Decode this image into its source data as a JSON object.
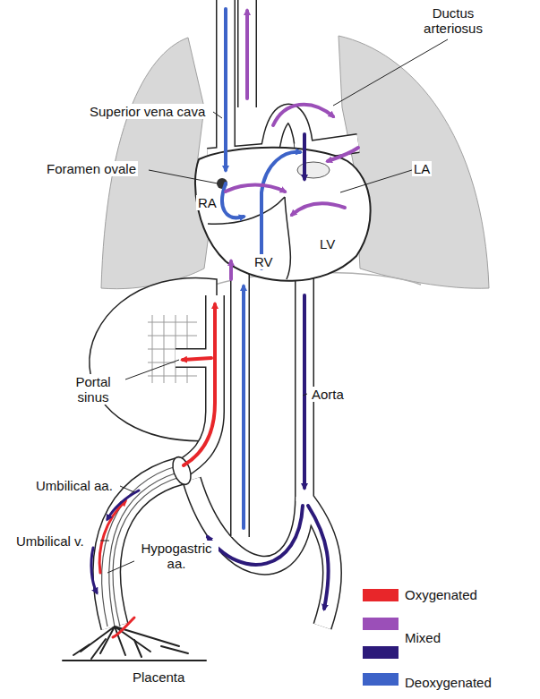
{
  "diagram": {
    "labels": [
      "Ductus arteriosus",
      "Superior vena cava",
      "Foramen ovale",
      "LA",
      "RA",
      "RV",
      "LV",
      "Portal sinus",
      "Aorta",
      "Umbilical aa.",
      "Umbilical v.",
      "Hypogastric aa.",
      "Placenta"
    ],
    "legend": [
      {
        "text": "Oxygenated",
        "color": "#e8262a"
      },
      {
        "text": "Mixed",
        "color": "#9b4fb8"
      },
      {
        "text": "Deoxygenated",
        "color": "#3d63c8"
      }
    ]
  }
}
